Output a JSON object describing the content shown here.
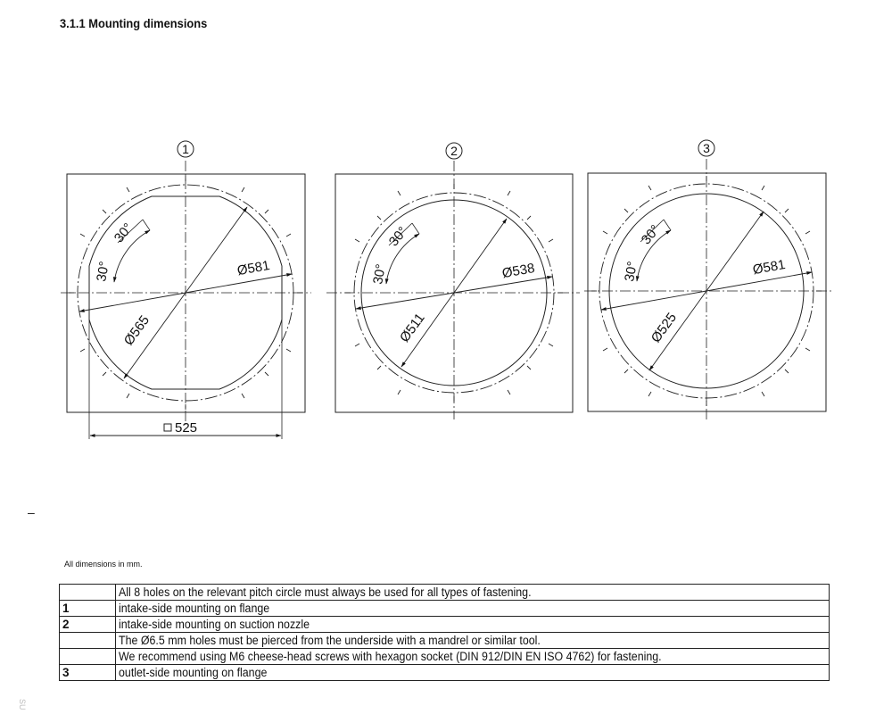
{
  "section_heading": "3.1.1 Mounting dimensions",
  "views": [
    {
      "number": "1",
      "dim_large": "Ø581",
      "dim_small": "Ø565",
      "angle_1": "30°",
      "angle_2": "30°",
      "square_dim": "525"
    },
    {
      "number": "2",
      "dim_large": "Ø538",
      "dim_small": "Ø511",
      "angle_1": "30°",
      "angle_2": "30°"
    },
    {
      "number": "3",
      "dim_large": "Ø581",
      "dim_small": "Ø525",
      "angle_1": "30°",
      "angle_2": "30°"
    }
  ],
  "margin_dash": "–",
  "units_note": "All dimensions in mm.",
  "legend_rows": [
    {
      "num": "",
      "text": "All 8 holes on the relevant pitch circle must always be used for all types of fastening."
    },
    {
      "num": "1",
      "text": "intake-side mounting on flange"
    },
    {
      "num": "2",
      "text": "intake-side mounting on suction nozzle"
    },
    {
      "num": "",
      "text": "The Ø6.5 mm holes must be pierced from the underside with a mandrel or similar tool."
    },
    {
      "num": "",
      "text": "We recommend using M6 cheese-head screws with hexagon socket (DIN 912/DIN EN ISO 4762) for fastening."
    },
    {
      "num": "3",
      "text": "outlet-side mounting on flange"
    }
  ],
  "side_mark": "SU"
}
